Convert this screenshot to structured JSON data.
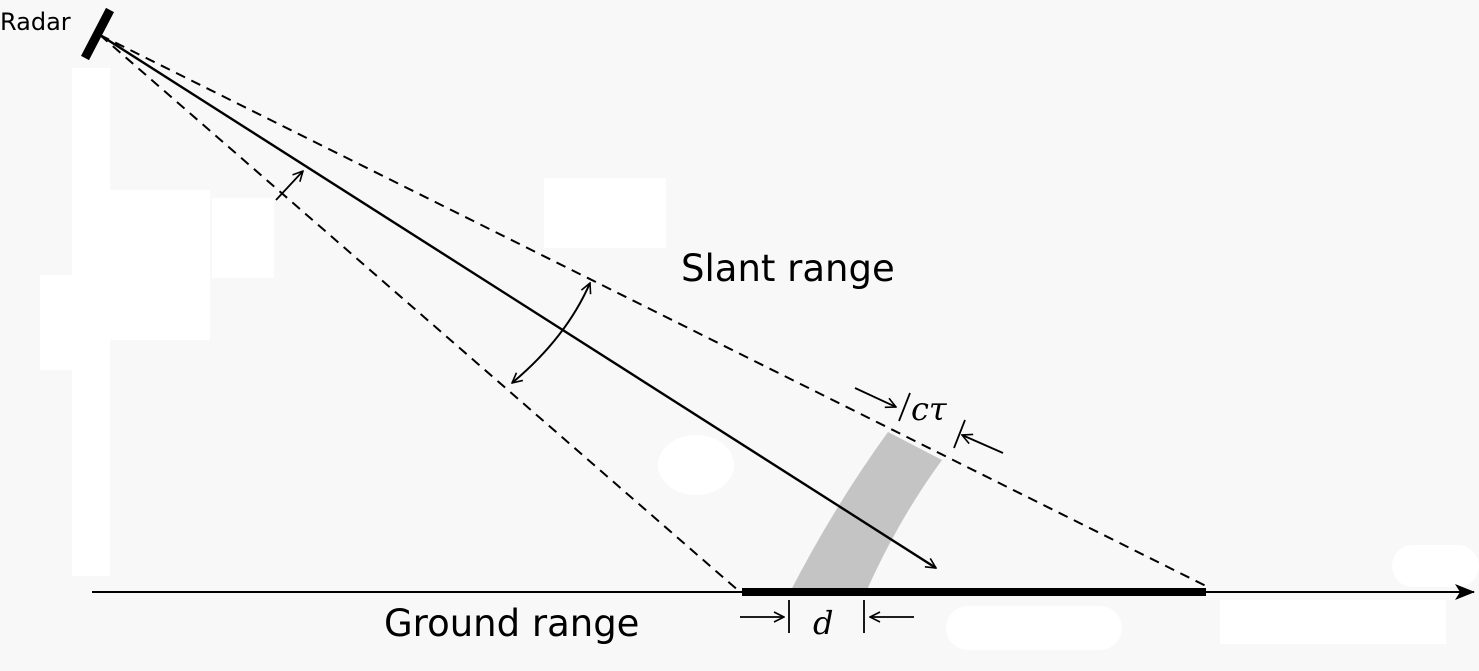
{
  "labels": {
    "radar": "Radar",
    "slant_range": "Slant range",
    "ground_range": "Ground range",
    "pulse_length": "cτ",
    "ground_resolution": "d"
  }
}
